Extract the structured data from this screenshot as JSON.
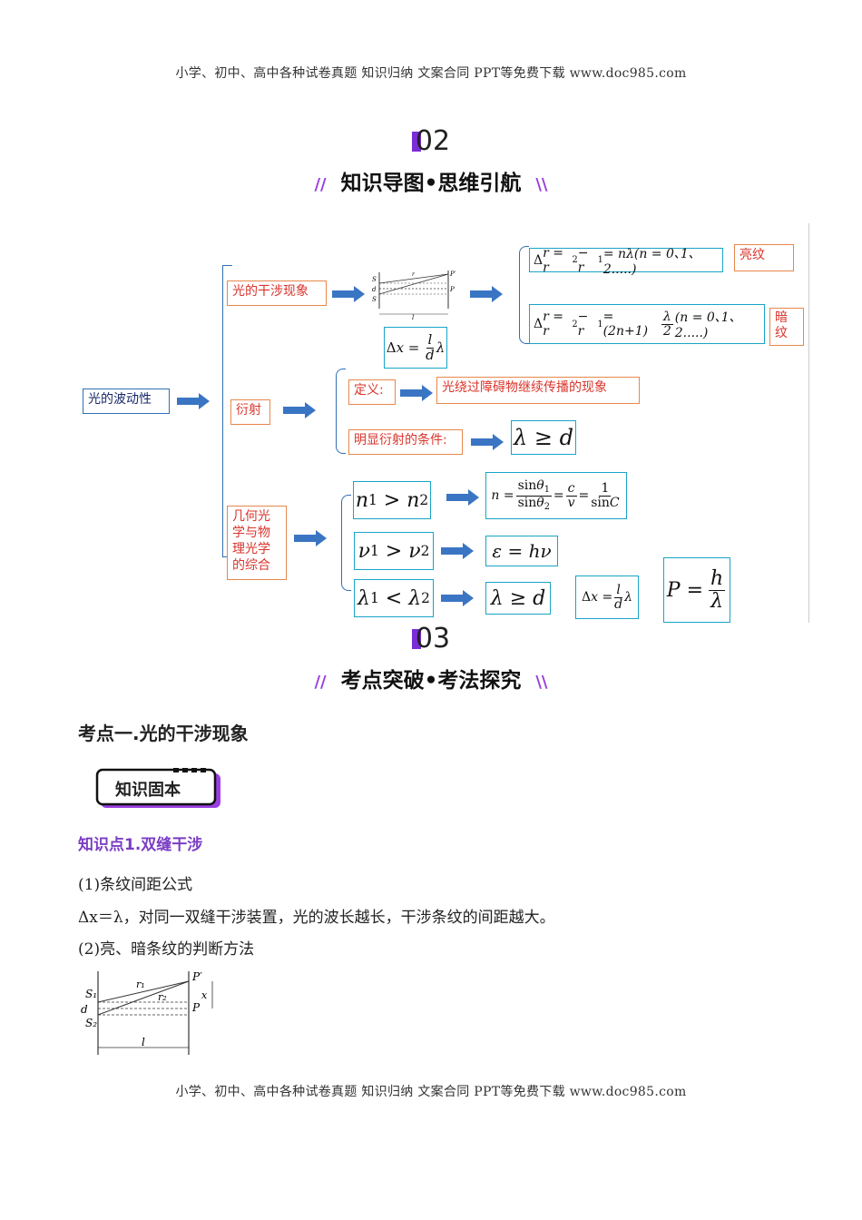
{
  "header": "小学、初中、高中各种试卷真题  知识归纳  文案合同  PPT等免费下载      www.doc985.com",
  "footer": "小学、初中、高中各种试卷真题  知识归纳  文案合同  PPT等免费下载      www.doc985.com",
  "section2": {
    "num": "02",
    "title": "知识导图•思维引航"
  },
  "section3": {
    "num": "03",
    "title": "考点突破•考法探究"
  },
  "mindmap": {
    "root": "光的波动性",
    "interference": "光的干涉现象",
    "bright_formula": "Δr = r₂ − r₁ = nλ(n = 0､1､2.....)",
    "bright_label": "亮纹",
    "dark_formula": "Δr = r₂ − r₁ = (2n+1)λ/2 (n = 0､1､2.....)",
    "dark_label": "暗纹",
    "dx_formula": "Δx = l/d λ",
    "diffraction": "衍射",
    "definition_label": "定义:",
    "definition_text": "光绕过障碍物继续传播的现象",
    "condition_label": "明显衍射的条件:",
    "condition_formula": "λ ≥ d",
    "combined": "几何光学与物理光学的综合",
    "n_compare": "n₁ > n₂",
    "n_formula": "n = sinθ₁/sinθ₂ = c/v = 1/sinC",
    "v_compare": "ν₁ > ν₂",
    "energy_formula": "ε = hν",
    "lambda_compare": "λ₁ < λ₂",
    "lambda_formula": "λ ≥ d",
    "dx_formula2": "Δx = l/d λ",
    "momentum_formula": "P = h/λ"
  },
  "kaodian_title": "考点一.光的干涉现象",
  "badge_label": "知识固本",
  "zhishidian": "知识点1.双缝干涉",
  "para1": "(1)条纹间距公式",
  "para2": "Δx＝λ，对同一双缝干涉装置，光的波长越长，干涉条纹的间距越大。",
  "para3": "(2)亮、暗条纹的判断方法",
  "diagram_labels": {
    "s1": "S₁",
    "s2": "S₂",
    "d": "d",
    "r1": "r₁",
    "r2": "r₂",
    "pp": "P′",
    "p": "P",
    "x": "x",
    "l": "l"
  }
}
